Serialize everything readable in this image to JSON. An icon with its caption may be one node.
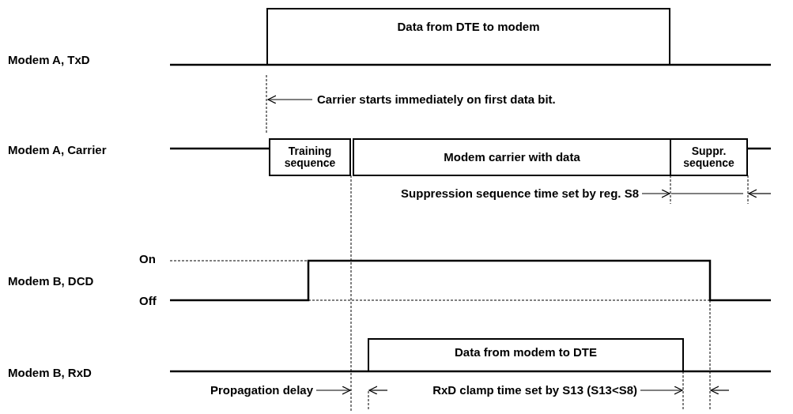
{
  "diagram": {
    "nodes": [
      {
        "text": [
          "Data from DTE to modem"
        ]
      },
      {
        "text": [
          "Training sequence"
        ]
      },
      {
        "text": [
          "Modem carrier with data"
        ]
      },
      {
        "text": [
          "Suppr. sequence"
        ]
      },
      {
        "text": [
          "Data from modem to DTE"
        ]
      }
    ],
    "labels": [
      "Modem A, TxD",
      "Carrier starts immediately on first data bit.",
      "Modem A, Carrier",
      "Suppression sequence time set by reg. S8",
      "On",
      "Modem B, DCD",
      "Off",
      "Modem B, RxD",
      "Propagation delay",
      "RxD clamp time set by S13 (S13<S8)"
    ]
  }
}
